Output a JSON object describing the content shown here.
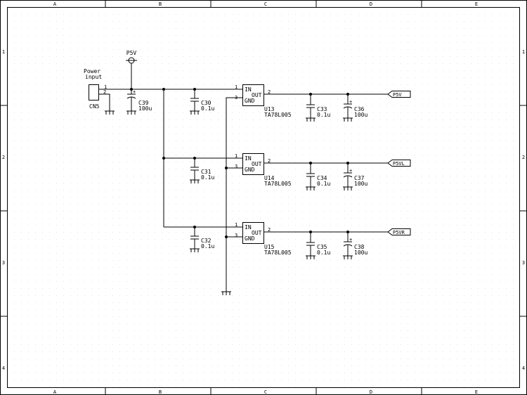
{
  "frame": {
    "columns": [
      "A",
      "B",
      "C",
      "D",
      "E"
    ],
    "rows": [
      "1",
      "2",
      "3",
      "4"
    ]
  },
  "power_input": {
    "label_line1": "Power",
    "label_line2": "input",
    "ref": "CN5",
    "pin1": "1",
    "pin2": "2"
  },
  "p5v_source": {
    "label": "P5V"
  },
  "c39": {
    "ref": "C39",
    "value": "100u"
  },
  "input_caps": [
    {
      "ref": "C30",
      "value": "0.1u"
    },
    {
      "ref": "C31",
      "value": "0.1u"
    },
    {
      "ref": "C32",
      "value": "0.1u"
    }
  ],
  "regulators": [
    {
      "ref": "U13",
      "part": "TA78L005",
      "in": "IN",
      "out": "OUT",
      "gnd": "GND",
      "pin_in": "1",
      "pin_out": "2",
      "pin_gnd": "3"
    },
    {
      "ref": "U14",
      "part": "TA78L005",
      "in": "IN",
      "out": "OUT",
      "gnd": "GND",
      "pin_in": "1",
      "pin_out": "2",
      "pin_gnd": "3"
    },
    {
      "ref": "U15",
      "part": "TA78L005",
      "in": "IN",
      "out": "OUT",
      "gnd": "GND",
      "pin_in": "1",
      "pin_out": "2",
      "pin_gnd": "3"
    }
  ],
  "output_caps_small": [
    {
      "ref": "C33",
      "value": "0.1u"
    },
    {
      "ref": "C34",
      "value": "0.1u"
    },
    {
      "ref": "C35",
      "value": "0.1u"
    }
  ],
  "output_caps_bulk": [
    {
      "ref": "C36",
      "value": "100u"
    },
    {
      "ref": "C37",
      "value": "100u"
    },
    {
      "ref": "C38",
      "value": "100u"
    }
  ],
  "output_nets": [
    "P5V",
    "P5VL",
    "P5VR"
  ]
}
